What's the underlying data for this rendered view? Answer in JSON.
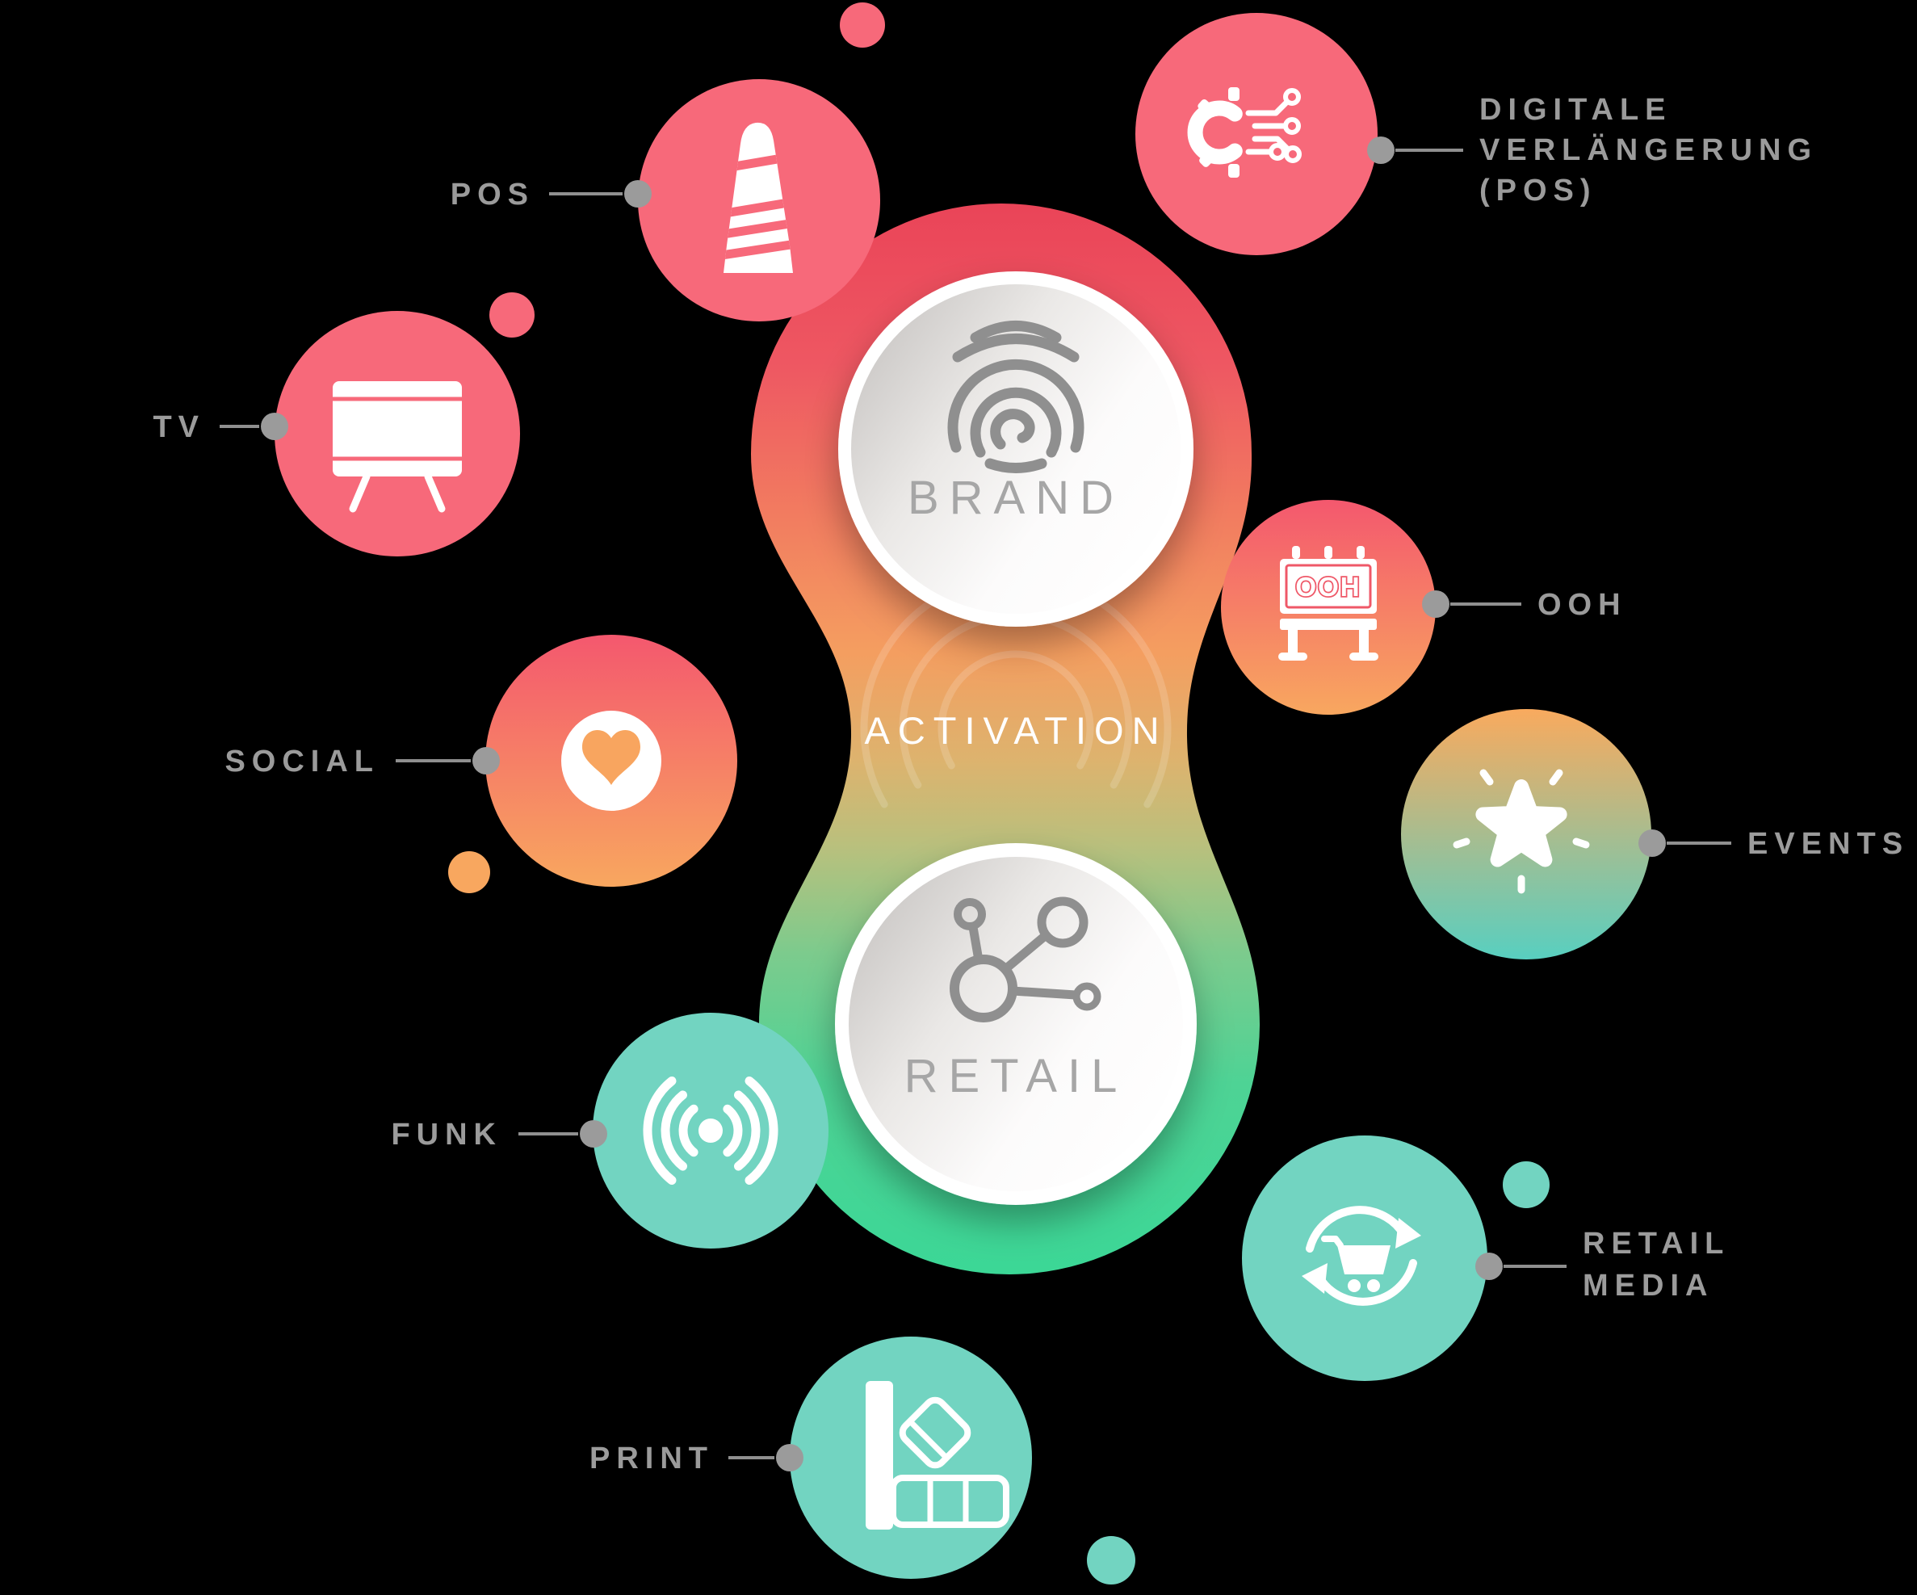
{
  "colors": {
    "background": "#000000",
    "salmon": "#f7697a",
    "teal": "#72d4c1",
    "orange_dot": "#f8a75f",
    "label_gray": "#9b9b9b",
    "line_gray": "#8f8f8f",
    "center_text_gray": "#a6a6a6",
    "center_icon_gray": "#8f8f8f",
    "activation_text": "#ffffff",
    "ooh_letter_red": "#ef5868",
    "blob_gradient_top": "#ea4458",
    "blob_gradient_orange": "#f49e60",
    "blob_gradient_olive": "#b9c07d",
    "blob_gradient_bottom": "#3bd796",
    "red_orange_gradient": [
      "#f4586e",
      "#f8a75f"
    ],
    "orange_teal_gradient": [
      "#f9aa5e",
      "#58cfc0"
    ],
    "disc_edge_gray": "#c7c4c2"
  },
  "center": {
    "brand": {
      "label": "BRAND"
    },
    "retail": {
      "label": "RETAIL"
    },
    "activation": {
      "label": "ACTIVATION"
    }
  },
  "satellites": {
    "pos": {
      "label": "POS"
    },
    "digitale": {
      "lines": [
        "DIGITALE",
        "VERLÄNGERUNG",
        "(POS)"
      ]
    },
    "tv": {
      "label": "TV"
    },
    "ooh": {
      "label": "OOH",
      "icon_text": "OOH"
    },
    "social": {
      "label": "SOCIAL"
    },
    "events": {
      "label": "EVENTS"
    },
    "funk": {
      "label": "FUNK"
    },
    "retail_media": {
      "lines": [
        "RETAIL",
        "MEDIA"
      ]
    },
    "print": {
      "label": "PRINT"
    }
  }
}
